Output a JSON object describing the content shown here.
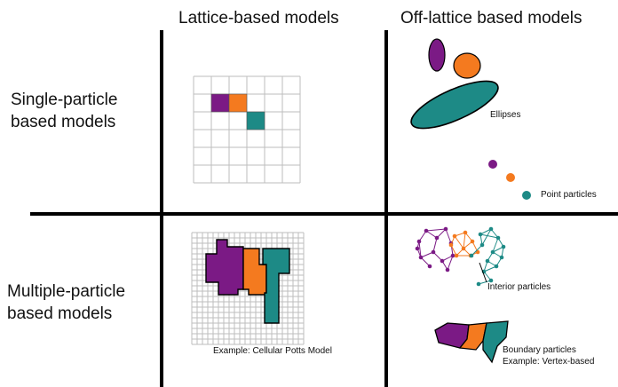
{
  "columns": {
    "lattice": "Lattice-based models",
    "off_lattice": "Off-lattice based models"
  },
  "rows": {
    "single_line1": "Single-particle",
    "single_line2": "based models",
    "multiple_line1": "Multiple-particle",
    "multiple_line2": "based models"
  },
  "labels": {
    "ellipses": "Ellipses",
    "point_particles": "Point particles",
    "interior_particles": "Interior particles",
    "boundary_particles": "Boundary particles",
    "vertex_example": "Example: Vertex-based",
    "cpm_example": "Example: Cellular Potts Model"
  },
  "colors": {
    "purple": "#7b1a85",
    "orange": "#f47a1f",
    "teal": "#1d8a86",
    "grid": "#bdbdbd"
  }
}
